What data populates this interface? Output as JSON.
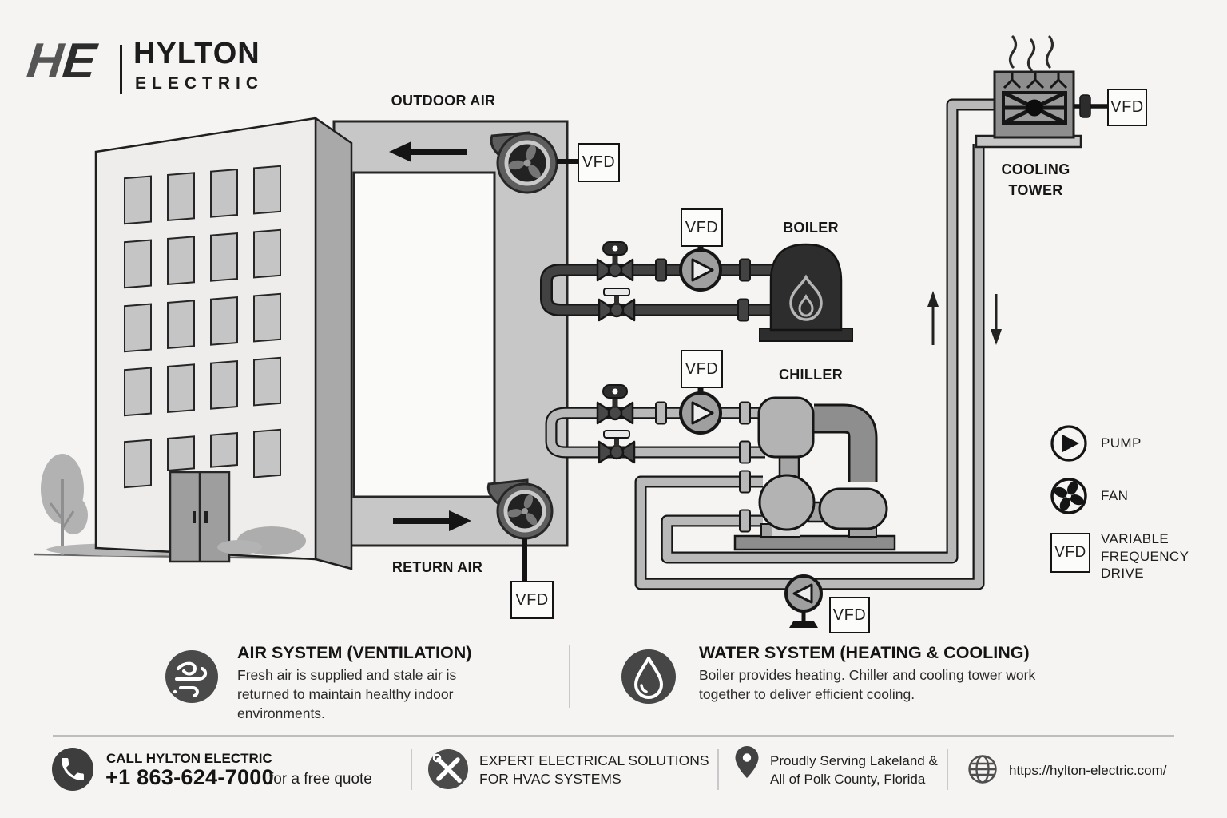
{
  "brand": {
    "mark": "HE",
    "name": "HYLTON",
    "sub": "ELECTRIC"
  },
  "labels": {
    "outdoor_air": "OUTDOOR AIR",
    "return_air": "RETURN AIR",
    "boiler": "BOILER",
    "chiller": "CHILLER",
    "cooling_tower1": "COOLING",
    "cooling_tower2": "TOWER",
    "vfd": "VFD"
  },
  "legend": {
    "pump": "PUMP",
    "fan": "FAN",
    "vfd1": "VARIABLE",
    "vfd2": "FREQUENCY",
    "vfd3": "DRIVE"
  },
  "sections": {
    "air_title": "AIR SYSTEM (VENTILATION)",
    "air_body": "Fresh air is supplied and stale air is returned to maintain healthy indoor environments.",
    "water_title": "WATER SYSTEM (HEATING & COOLING)",
    "water_body": "Boiler provides heating. Chiller and cooling tower work together to deliver efficient cooling."
  },
  "footer": {
    "call_title": "CALL HYLTON ELECTRIC",
    "phone": "+1 863-624-7000",
    "phone_suffix": "for a free quote",
    "expert1": "EXPERT ELECTRICAL SOLUTIONS",
    "expert2": "FOR HVAC SYSTEMS",
    "serving1": "Proudly Serving Lakeland &",
    "serving2": "All of Polk County, Florida",
    "website": "https://hylton-electric.com/"
  },
  "colors": {
    "background": "#f5f4f2",
    "duct": "#c7c7c7",
    "pipe_dark": "#424242",
    "pipe_light": "#b9b9b9",
    "equipment_dark": "#2d2d2d",
    "icon_circle": "#4a4a4a"
  }
}
